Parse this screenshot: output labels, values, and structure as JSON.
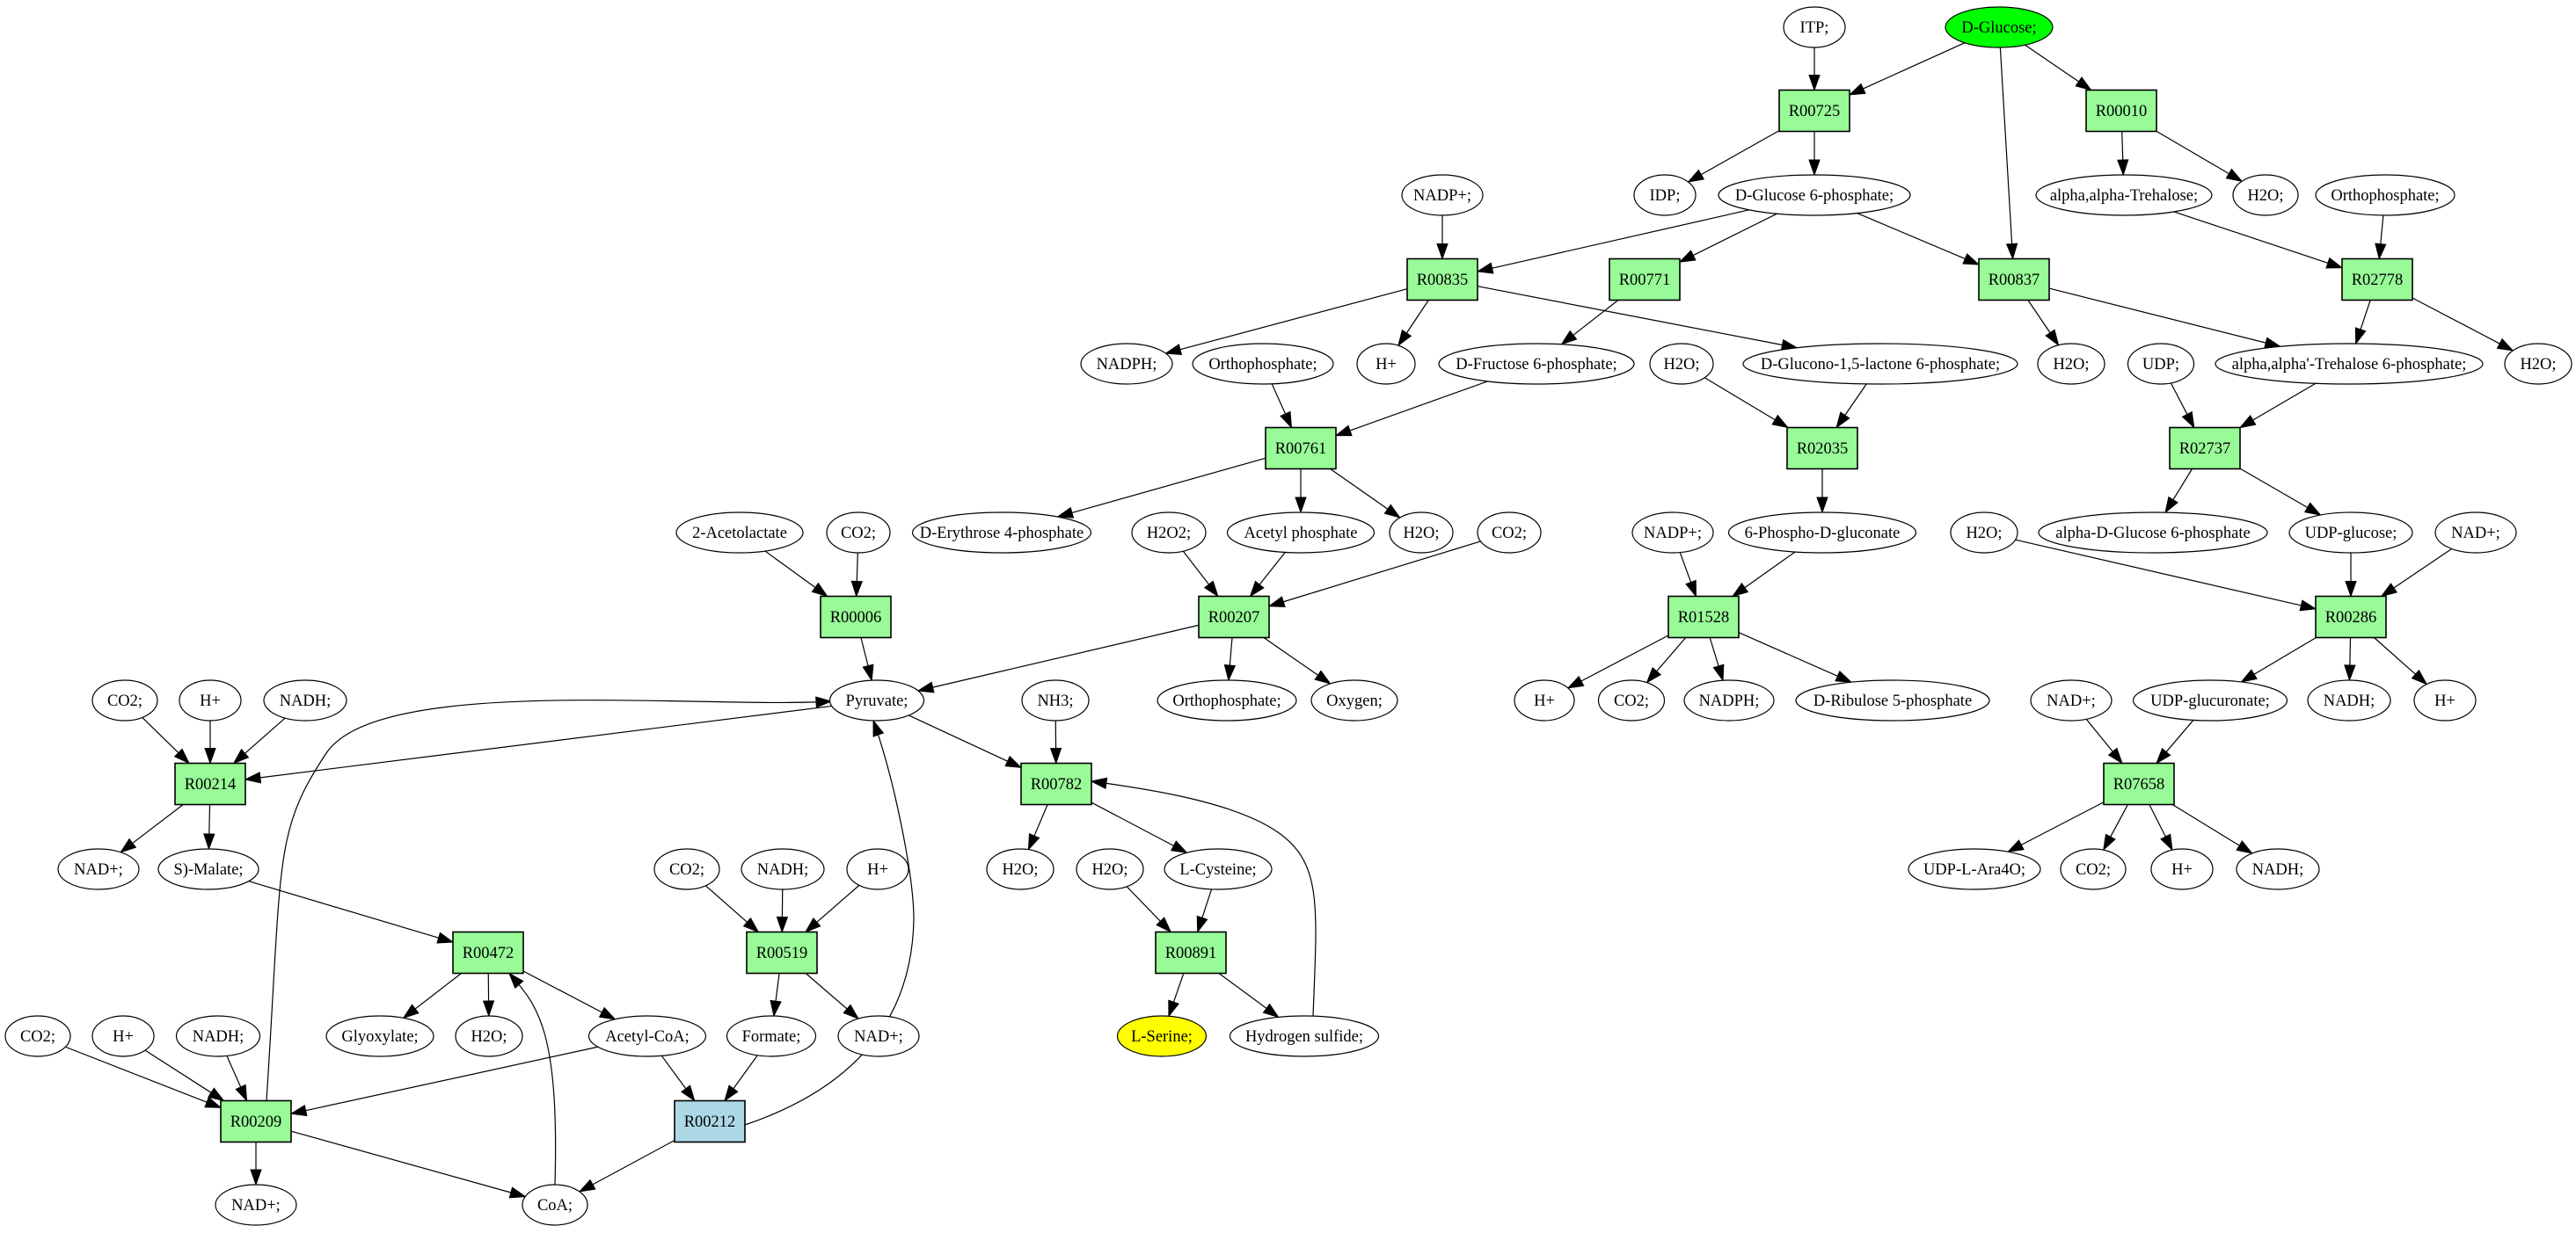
{
  "diagram": {
    "type": "metabolic-pathway-graph",
    "colors": {
      "reaction_fill": "#98fb98",
      "reaction_highlight_fill": "#add8e6",
      "compound_fill": "#ffffff",
      "source_fill": "#00ff00",
      "target_fill": "#ffff00",
      "stroke": "#000000"
    },
    "nodes": [
      {
        "id": "c_itp",
        "label": "ITP;",
        "kind": "compound"
      },
      {
        "id": "c_glucose",
        "label": "D-Glucose;",
        "kind": "compound",
        "role": "source"
      },
      {
        "id": "r_00725",
        "label": "R00725",
        "kind": "reaction"
      },
      {
        "id": "r_00010",
        "label": "R00010",
        "kind": "reaction"
      },
      {
        "id": "c_nadp1",
        "label": "NADP+;",
        "kind": "compound"
      },
      {
        "id": "c_idp",
        "label": "IDP;",
        "kind": "compound"
      },
      {
        "id": "c_g6p",
        "label": "D-Glucose 6-phosphate;",
        "kind": "compound"
      },
      {
        "id": "c_trehalose",
        "label": "alpha,alpha-Trehalose;",
        "kind": "compound"
      },
      {
        "id": "c_h2o1",
        "label": "H2O;",
        "kind": "compound"
      },
      {
        "id": "c_ortho1",
        "label": "Orthophosphate;",
        "kind": "compound"
      },
      {
        "id": "r_00835",
        "label": "R00835",
        "kind": "reaction"
      },
      {
        "id": "r_00771",
        "label": "R00771",
        "kind": "reaction"
      },
      {
        "id": "r_00837",
        "label": "R00837",
        "kind": "reaction"
      },
      {
        "id": "r_02778",
        "label": "R02778",
        "kind": "reaction"
      },
      {
        "id": "c_nadph1",
        "label": "NADPH;",
        "kind": "compound"
      },
      {
        "id": "c_ortho2",
        "label": "Orthophosphate;",
        "kind": "compound"
      },
      {
        "id": "c_h1",
        "label": "H+",
        "kind": "compound"
      },
      {
        "id": "c_f6p",
        "label": "D-Fructose 6-phosphate;",
        "kind": "compound"
      },
      {
        "id": "c_h2o2",
        "label": "H2O;",
        "kind": "compound"
      },
      {
        "id": "c_glucono",
        "label": "D-Glucono-1,5-lactone 6-phosphate;",
        "kind": "compound"
      },
      {
        "id": "c_h2o3",
        "label": "H2O;",
        "kind": "compound"
      },
      {
        "id": "c_udp",
        "label": "UDP;",
        "kind": "compound"
      },
      {
        "id": "c_t6p",
        "label": "alpha,alpha'-Trehalose 6-phosphate;",
        "kind": "compound"
      },
      {
        "id": "c_h2o4",
        "label": "H2O;",
        "kind": "compound"
      },
      {
        "id": "r_00761",
        "label": "R00761",
        "kind": "reaction"
      },
      {
        "id": "r_02035",
        "label": "R02035",
        "kind": "reaction"
      },
      {
        "id": "r_02737",
        "label": "R02737",
        "kind": "reaction"
      },
      {
        "id": "c_acetolactate",
        "label": "2-Acetolactate",
        "kind": "compound"
      },
      {
        "id": "c_co2_1",
        "label": "CO2;",
        "kind": "compound"
      },
      {
        "id": "c_e4p",
        "label": "D-Erythrose 4-phosphate",
        "kind": "compound"
      },
      {
        "id": "c_h2o2x",
        "label": "H2O2;",
        "kind": "compound"
      },
      {
        "id": "c_acetylp",
        "label": "Acetyl phosphate",
        "kind": "compound"
      },
      {
        "id": "c_h2o5",
        "label": "H2O;",
        "kind": "compound"
      },
      {
        "id": "c_co2_2",
        "label": "CO2;",
        "kind": "compound"
      },
      {
        "id": "c_nadp2",
        "label": "NADP+;",
        "kind": "compound"
      },
      {
        "id": "c_6pg",
        "label": "6-Phospho-D-gluconate",
        "kind": "compound"
      },
      {
        "id": "c_h2o6",
        "label": "H2O;",
        "kind": "compound"
      },
      {
        "id": "c_ag6p",
        "label": "alpha-D-Glucose 6-phosphate",
        "kind": "compound"
      },
      {
        "id": "c_udpglc",
        "label": "UDP-glucose;",
        "kind": "compound"
      },
      {
        "id": "c_nad1",
        "label": "NAD+;",
        "kind": "compound"
      },
      {
        "id": "r_00006",
        "label": "R00006",
        "kind": "reaction"
      },
      {
        "id": "r_00207",
        "label": "R00207",
        "kind": "reaction"
      },
      {
        "id": "r_01528",
        "label": "R01528",
        "kind": "reaction"
      },
      {
        "id": "r_00286",
        "label": "R00286",
        "kind": "reaction"
      },
      {
        "id": "c_co2_3",
        "label": "CO2;",
        "kind": "compound"
      },
      {
        "id": "c_h2",
        "label": "H+",
        "kind": "compound"
      },
      {
        "id": "c_nadh1",
        "label": "NADH;",
        "kind": "compound"
      },
      {
        "id": "c_pyruvate",
        "label": "Pyruvate;",
        "kind": "compound"
      },
      {
        "id": "c_nh3",
        "label": "NH3;",
        "kind": "compound"
      },
      {
        "id": "c_ortho3",
        "label": "Orthophosphate;",
        "kind": "compound"
      },
      {
        "id": "c_oxygen",
        "label": "Oxygen;",
        "kind": "compound"
      },
      {
        "id": "c_h3",
        "label": "H+",
        "kind": "compound"
      },
      {
        "id": "c_co2_4",
        "label": "CO2;",
        "kind": "compound"
      },
      {
        "id": "c_nadph2",
        "label": "NADPH;",
        "kind": "compound"
      },
      {
        "id": "c_ru5p",
        "label": "D-Ribulose 5-phosphate",
        "kind": "compound"
      },
      {
        "id": "c_nad2",
        "label": "NAD+;",
        "kind": "compound"
      },
      {
        "id": "c_udpglca",
        "label": "UDP-glucuronate;",
        "kind": "compound"
      },
      {
        "id": "c_nadh2",
        "label": "NADH;",
        "kind": "compound"
      },
      {
        "id": "c_h4",
        "label": "H+",
        "kind": "compound"
      },
      {
        "id": "r_00214",
        "label": "R00214",
        "kind": "reaction"
      },
      {
        "id": "r_00782",
        "label": "R00782",
        "kind": "reaction"
      },
      {
        "id": "r_07658",
        "label": "R07658",
        "kind": "reaction"
      },
      {
        "id": "c_nad3",
        "label": "NAD+;",
        "kind": "compound"
      },
      {
        "id": "c_malate",
        "label": "S)-Malate;",
        "kind": "compound"
      },
      {
        "id": "c_co2_5",
        "label": "CO2;",
        "kind": "compound"
      },
      {
        "id": "c_nadh3",
        "label": "NADH;",
        "kind": "compound"
      },
      {
        "id": "c_h5",
        "label": "H+",
        "kind": "compound"
      },
      {
        "id": "c_h2o7",
        "label": "H2O;",
        "kind": "compound"
      },
      {
        "id": "c_h2o8",
        "label": "H2O;",
        "kind": "compound"
      },
      {
        "id": "c_cys",
        "label": "L-Cysteine;",
        "kind": "compound"
      },
      {
        "id": "c_udpara",
        "label": "UDP-L-Ara4O;",
        "kind": "compound"
      },
      {
        "id": "c_co2_6",
        "label": "CO2;",
        "kind": "compound"
      },
      {
        "id": "c_h6",
        "label": "H+",
        "kind": "compound"
      },
      {
        "id": "c_nadh4",
        "label": "NADH;",
        "kind": "compound"
      },
      {
        "id": "r_00472",
        "label": "R00472",
        "kind": "reaction"
      },
      {
        "id": "r_00519",
        "label": "R00519",
        "kind": "reaction"
      },
      {
        "id": "r_00891",
        "label": "R00891",
        "kind": "reaction"
      },
      {
        "id": "c_co2_7",
        "label": "CO2;",
        "kind": "compound"
      },
      {
        "id": "c_h7",
        "label": "H+",
        "kind": "compound"
      },
      {
        "id": "c_nadh5",
        "label": "NADH;",
        "kind": "compound"
      },
      {
        "id": "c_glyox",
        "label": "Glyoxylate;",
        "kind": "compound"
      },
      {
        "id": "c_h2o9",
        "label": "H2O;",
        "kind": "compound"
      },
      {
        "id": "c_acoa",
        "label": "Acetyl-CoA;",
        "kind": "compound"
      },
      {
        "id": "c_formate",
        "label": "Formate;",
        "kind": "compound"
      },
      {
        "id": "c_nad4",
        "label": "NAD+;",
        "kind": "compound"
      },
      {
        "id": "c_serine",
        "label": "L-Serine;",
        "kind": "compound",
        "role": "target"
      },
      {
        "id": "c_h2s",
        "label": "Hydrogen sulfide;",
        "kind": "compound"
      },
      {
        "id": "r_00209",
        "label": "R00209",
        "kind": "reaction"
      },
      {
        "id": "r_00212",
        "label": "R00212",
        "kind": "reaction",
        "role": "highlight"
      },
      {
        "id": "c_nad5",
        "label": "NAD+;",
        "kind": "compound"
      },
      {
        "id": "c_coa",
        "label": "CoA;",
        "kind": "compound"
      }
    ],
    "edges": [
      [
        "c_itp",
        "r_00725"
      ],
      [
        "c_glucose",
        "r_00725"
      ],
      [
        "c_glucose",
        "r_00010"
      ],
      [
        "c_glucose",
        "r_00837"
      ],
      [
        "r_00725",
        "c_idp"
      ],
      [
        "r_00725",
        "c_g6p"
      ],
      [
        "r_00010",
        "c_trehalose"
      ],
      [
        "r_00010",
        "c_h2o1"
      ],
      [
        "c_nadp1",
        "r_00835"
      ],
      [
        "c_g6p",
        "r_00835"
      ],
      [
        "c_g6p",
        "r_00771"
      ],
      [
        "c_g6p",
        "r_00837"
      ],
      [
        "c_trehalose",
        "r_02778"
      ],
      [
        "c_ortho1",
        "r_02778"
      ],
      [
        "r_00835",
        "c_nadph1"
      ],
      [
        "r_00835",
        "c_h1"
      ],
      [
        "r_00835",
        "c_glucono"
      ],
      [
        "r_00771",
        "c_f6p"
      ],
      [
        "r_00837",
        "c_h2o3"
      ],
      [
        "r_00837",
        "c_t6p"
      ],
      [
        "r_02778",
        "c_t6p"
      ],
      [
        "r_02778",
        "c_h2o4"
      ],
      [
        "c_ortho2",
        "r_00761"
      ],
      [
        "c_f6p",
        "r_00761"
      ],
      [
        "c_h2o2",
        "r_02035"
      ],
      [
        "c_glucono",
        "r_02035"
      ],
      [
        "c_udp",
        "r_02737"
      ],
      [
        "c_t6p",
        "r_02737"
      ],
      [
        "r_00761",
        "c_e4p"
      ],
      [
        "r_00761",
        "c_acetylp"
      ],
      [
        "r_00761",
        "c_h2o5"
      ],
      [
        "r_02035",
        "c_6pg"
      ],
      [
        "r_02737",
        "c_ag6p"
      ],
      [
        "r_02737",
        "c_udpglc"
      ],
      [
        "c_acetolactate",
        "r_00006"
      ],
      [
        "c_co2_1",
        "r_00006"
      ],
      [
        "c_h2o2x",
        "r_00207"
      ],
      [
        "c_acetylp",
        "r_00207"
      ],
      [
        "c_co2_2",
        "r_00207"
      ],
      [
        "c_nadp2",
        "r_01528"
      ],
      [
        "c_6pg",
        "r_01528"
      ],
      [
        "c_h2o6",
        "r_00286"
      ],
      [
        "c_udpglc",
        "r_00286"
      ],
      [
        "c_nad1",
        "r_00286"
      ],
      [
        "r_00006",
        "c_pyruvate"
      ],
      [
        "r_00207",
        "c_pyruvate"
      ],
      [
        "r_00207",
        "c_ortho3"
      ],
      [
        "r_00207",
        "c_oxygen"
      ],
      [
        "r_01528",
        "c_h3"
      ],
      [
        "r_01528",
        "c_co2_4"
      ],
      [
        "r_01528",
        "c_nadph2"
      ],
      [
        "r_01528",
        "c_ru5p"
      ],
      [
        "r_00286",
        "c_udpglca"
      ],
      [
        "r_00286",
        "c_nadh2"
      ],
      [
        "r_00286",
        "c_h4"
      ],
      [
        "c_co2_3",
        "r_00214"
      ],
      [
        "c_h2",
        "r_00214"
      ],
      [
        "c_nadh1",
        "r_00214"
      ],
      [
        "c_pyruvate",
        "r_00214"
      ],
      [
        "c_pyruvate",
        "r_00782"
      ],
      [
        "c_nh3",
        "r_00782"
      ],
      [
        "c_h2s",
        "r_00782"
      ],
      [
        "c_nad2",
        "r_07658"
      ],
      [
        "c_udpglca",
        "r_07658"
      ],
      [
        "r_00214",
        "c_nad3"
      ],
      [
        "r_00214",
        "c_malate"
      ],
      [
        "r_00782",
        "c_h2o7"
      ],
      [
        "r_00782",
        "c_cys"
      ],
      [
        "r_07658",
        "c_udpara"
      ],
      [
        "r_07658",
        "c_co2_6"
      ],
      [
        "r_07658",
        "c_h6"
      ],
      [
        "r_07658",
        "c_nadh4"
      ],
      [
        "c_malate",
        "r_00472"
      ],
      [
        "c_coa",
        "r_00472"
      ],
      [
        "c_co2_5",
        "r_00519"
      ],
      [
        "c_nadh3",
        "r_00519"
      ],
      [
        "c_h5",
        "r_00519"
      ],
      [
        "c_h2o8",
        "r_00891"
      ],
      [
        "c_cys",
        "r_00891"
      ],
      [
        "r_00472",
        "c_glyox"
      ],
      [
        "r_00472",
        "c_h2o9"
      ],
      [
        "r_00472",
        "c_acoa"
      ],
      [
        "r_00519",
        "c_formate"
      ],
      [
        "r_00519",
        "c_nad4"
      ],
      [
        "r_00891",
        "c_serine"
      ],
      [
        "r_00891",
        "c_h2s"
      ],
      [
        "c_co2_7",
        "r_00209"
      ],
      [
        "c_h7",
        "r_00209"
      ],
      [
        "c_nadh5",
        "r_00209"
      ],
      [
        "c_acoa",
        "r_00209"
      ],
      [
        "r_00209",
        "c_pyruvate"
      ],
      [
        "c_acoa",
        "r_00212"
      ],
      [
        "c_formate",
        "r_00212"
      ],
      [
        "r_00209",
        "c_nad5"
      ],
      [
        "r_00209",
        "c_coa"
      ],
      [
        "r_00212",
        "c_coa"
      ],
      [
        "r_00212",
        "c_pyruvate"
      ]
    ]
  }
}
